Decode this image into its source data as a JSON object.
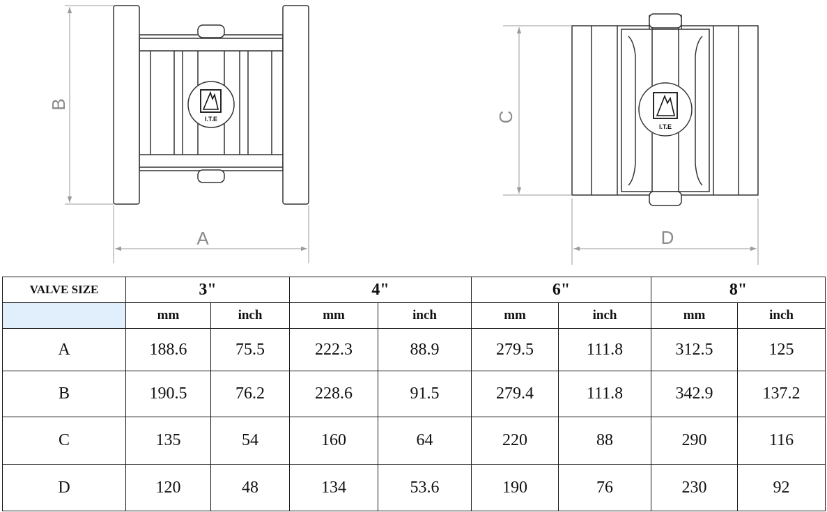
{
  "drawing": {
    "dimension_labels": {
      "a": "A",
      "b": "B",
      "c": "C",
      "d": "D"
    },
    "logo_caption": "I.T.E"
  },
  "table": {
    "header_label": "VALVE SIZE",
    "sizes": [
      "3\"",
      "4\"",
      "6\"",
      "8\""
    ],
    "units": {
      "mm": "mm",
      "inch": "inch"
    },
    "rows": [
      {
        "label": "A",
        "values": [
          "188.6",
          "75.5",
          "222.3",
          "88.9",
          "279.5",
          "111.8",
          "312.5",
          "125"
        ]
      },
      {
        "label": "B",
        "values": [
          "190.5",
          "76.2",
          "228.6",
          "91.5",
          "279.4",
          "111.8",
          "342.9",
          "137.2"
        ]
      },
      {
        "label": "C",
        "values": [
          "135",
          "54",
          "160",
          "64",
          "220",
          "88",
          "290",
          "116"
        ]
      },
      {
        "label": "D",
        "values": [
          "120",
          "48",
          "134",
          "53.6",
          "190",
          "76",
          "230",
          "92"
        ]
      }
    ]
  }
}
